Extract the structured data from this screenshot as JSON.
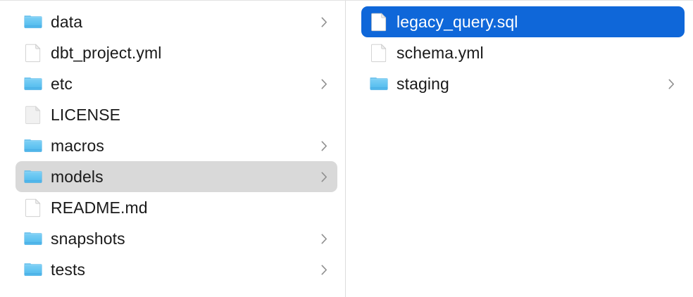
{
  "window": {
    "view_mode": "column",
    "background_color": "#ffffff",
    "divider_color": "#dcdcdc",
    "selection_gray": "#d9d9d9",
    "selection_blue": "#0f67d9",
    "folder_blue": "#54bdf0",
    "text_color": "#1a1a1a"
  },
  "columns": [
    {
      "name": "parent-column",
      "items": [
        {
          "label": "data",
          "kind": "folder",
          "icon": "folder-icon",
          "chevron": true,
          "selected": false
        },
        {
          "label": "dbt_project.yml",
          "kind": "file",
          "icon": "document-icon",
          "chevron": false,
          "selected": false
        },
        {
          "label": "etc",
          "kind": "folder",
          "icon": "folder-icon",
          "chevron": true,
          "selected": false
        },
        {
          "label": "LICENSE",
          "kind": "file",
          "icon": "document-gray-icon",
          "chevron": false,
          "selected": false
        },
        {
          "label": "macros",
          "kind": "folder",
          "icon": "folder-icon",
          "chevron": true,
          "selected": false
        },
        {
          "label": "models",
          "kind": "folder",
          "icon": "folder-icon",
          "chevron": true,
          "selected": true,
          "selection_style": "gray"
        },
        {
          "label": "README.md",
          "kind": "file",
          "icon": "document-icon",
          "chevron": false,
          "selected": false
        },
        {
          "label": "snapshots",
          "kind": "folder",
          "icon": "folder-icon",
          "chevron": true,
          "selected": false
        },
        {
          "label": "tests",
          "kind": "folder",
          "icon": "folder-icon",
          "chevron": true,
          "selected": false
        }
      ]
    },
    {
      "name": "child-column",
      "items": [
        {
          "label": "legacy_query.sql",
          "kind": "file",
          "icon": "document-icon",
          "chevron": false,
          "selected": true,
          "selection_style": "blue"
        },
        {
          "label": "schema.yml",
          "kind": "file",
          "icon": "document-icon",
          "chevron": false,
          "selected": false
        },
        {
          "label": "staging",
          "kind": "folder",
          "icon": "folder-icon",
          "chevron": true,
          "selected": false
        }
      ]
    }
  ]
}
